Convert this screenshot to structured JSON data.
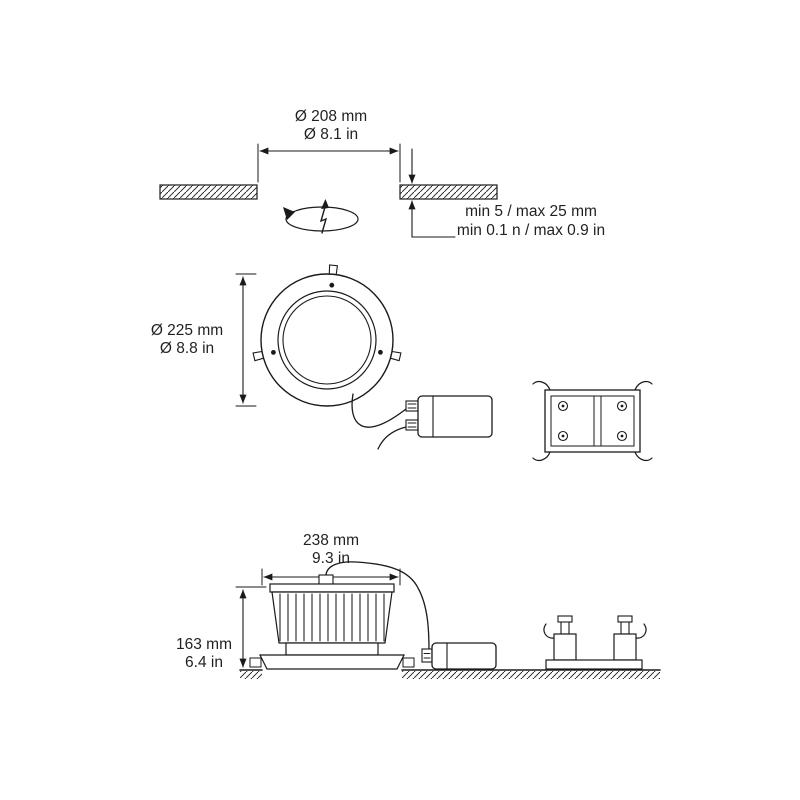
{
  "ceiling_cutout": {
    "diameter_mm": "Ø 208 mm",
    "diameter_in": "Ø 8.1 in",
    "thickness_mm": "min 5 / max 25 mm",
    "thickness_in": "min 0.1 n / max 0.9 in"
  },
  "top_view": {
    "diameter_mm": "Ø 225 mm",
    "diameter_in": "Ø 8.8 in"
  },
  "side_view": {
    "width_mm": "238 mm",
    "width_in": "9.3 in",
    "height_mm": "163 mm",
    "height_in": "6.4 in"
  },
  "icons": {
    "power_symbol": "lightning-bolt-arrow",
    "rotation_symbol": "rotation-ellipse-arrow",
    "hatch": "section-hatching"
  },
  "colors": {
    "line": "#1a1a1a",
    "text": "#231f20",
    "background": "#ffffff"
  }
}
